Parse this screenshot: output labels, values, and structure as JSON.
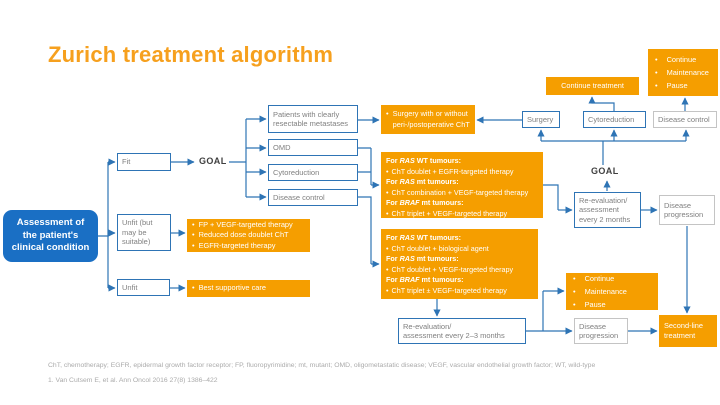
{
  "slide": {
    "title": "Zurich treatment algorithm",
    "footnote_abbreviations": "ChT, chemotherapy; EGFR, epidermal growth factor receptor; FP, fluoropyrimidine; mt, mutant; OMD, oligometastatic disease; VEGF, vascular endothelial growth factor; WT, wild-type",
    "footnote_reference": "1. Van Cutsem E, et al. Ann Oncol 2016 27(8) 1386–422"
  },
  "colors": {
    "title_orange": "#F6A01E",
    "box_orange": "#F59E00",
    "line_blue": "#2E74B5",
    "assessment_blue": "#1A6FC4",
    "box_text_gray": "#7F7F7F",
    "light_border": "#C4C4C4",
    "footnote_gray": "#ABABAB"
  },
  "flow": {
    "assessment": "Assessment of\nthe patient's\nclinical condition",
    "fit": "Fit",
    "unfit_conditional": "Unfit (but\nmay be\nsuitable)",
    "unfit": "Unfit",
    "goal_1": "GOAL",
    "goal_2": "GOAL",
    "patients_resectable": "Patients with clearly\nresectable metastases",
    "omd": "OMD",
    "cytoreduction_goal": "Cytoreduction",
    "disease_control_goal": "Disease control",
    "surgery_cht_bullets": [
      "Surgery with or without peri-/postoperative ChT"
    ],
    "surgery": "Surgery",
    "cytoreduction": "Cytoreduction",
    "disease_control": "Disease control",
    "continue_treatment": "Continue treatment",
    "cmp_top_bullets": [
      "Continue",
      "Maintenance",
      "Pause"
    ],
    "cmp_mid_bullets": [
      "Continue",
      "Maintenance",
      "Pause"
    ],
    "ras_block_1": [
      {
        "s": "h",
        "t": "For *RAS* WT tumours:"
      },
      {
        "s": "li",
        "t": "ChT doublet + EGFR-targeted therapy"
      },
      {
        "s": "h",
        "t": "For *RAS* mt tumours:"
      },
      {
        "s": "li",
        "t": "ChT combination + VEGF-targeted therapy"
      },
      {
        "s": "h",
        "t": "For *BRAF* mt tumours:"
      },
      {
        "s": "li",
        "t": "ChT triplet + VEGF-targeted therapy"
      }
    ],
    "ras_block_2": [
      {
        "s": "h",
        "t": "For *RAS* WT tumours:"
      },
      {
        "s": "li",
        "t": "ChT doublet + biological agent"
      },
      {
        "s": "h",
        "t": "For *RAS* mt tumours:"
      },
      {
        "s": "li",
        "t": "ChT doublet + VEGF-targeted therapy"
      },
      {
        "s": "h",
        "t": "For *BRAF* mt tumours:"
      },
      {
        "s": "li",
        "t": "ChT triplet ± VEGF-targeted therapy"
      }
    ],
    "fp_bullets": [
      "FP + VEGF-targeted therapy",
      "Reduced dose doublet ChT",
      "EGFR-targeted therapy"
    ],
    "bsc_bullets": [
      "Best supportive care"
    ],
    "reevaluation_2": "Re-evaluation/\nassessment\nevery 2 months",
    "disease_progression_top": "Disease\nprogression",
    "reevaluation_2_3": "Re-evaluation/\nassessment every 2–3 months",
    "disease_progression_bottom": "Disease\nprogression",
    "second_line": "Second-line\ntreatment"
  }
}
